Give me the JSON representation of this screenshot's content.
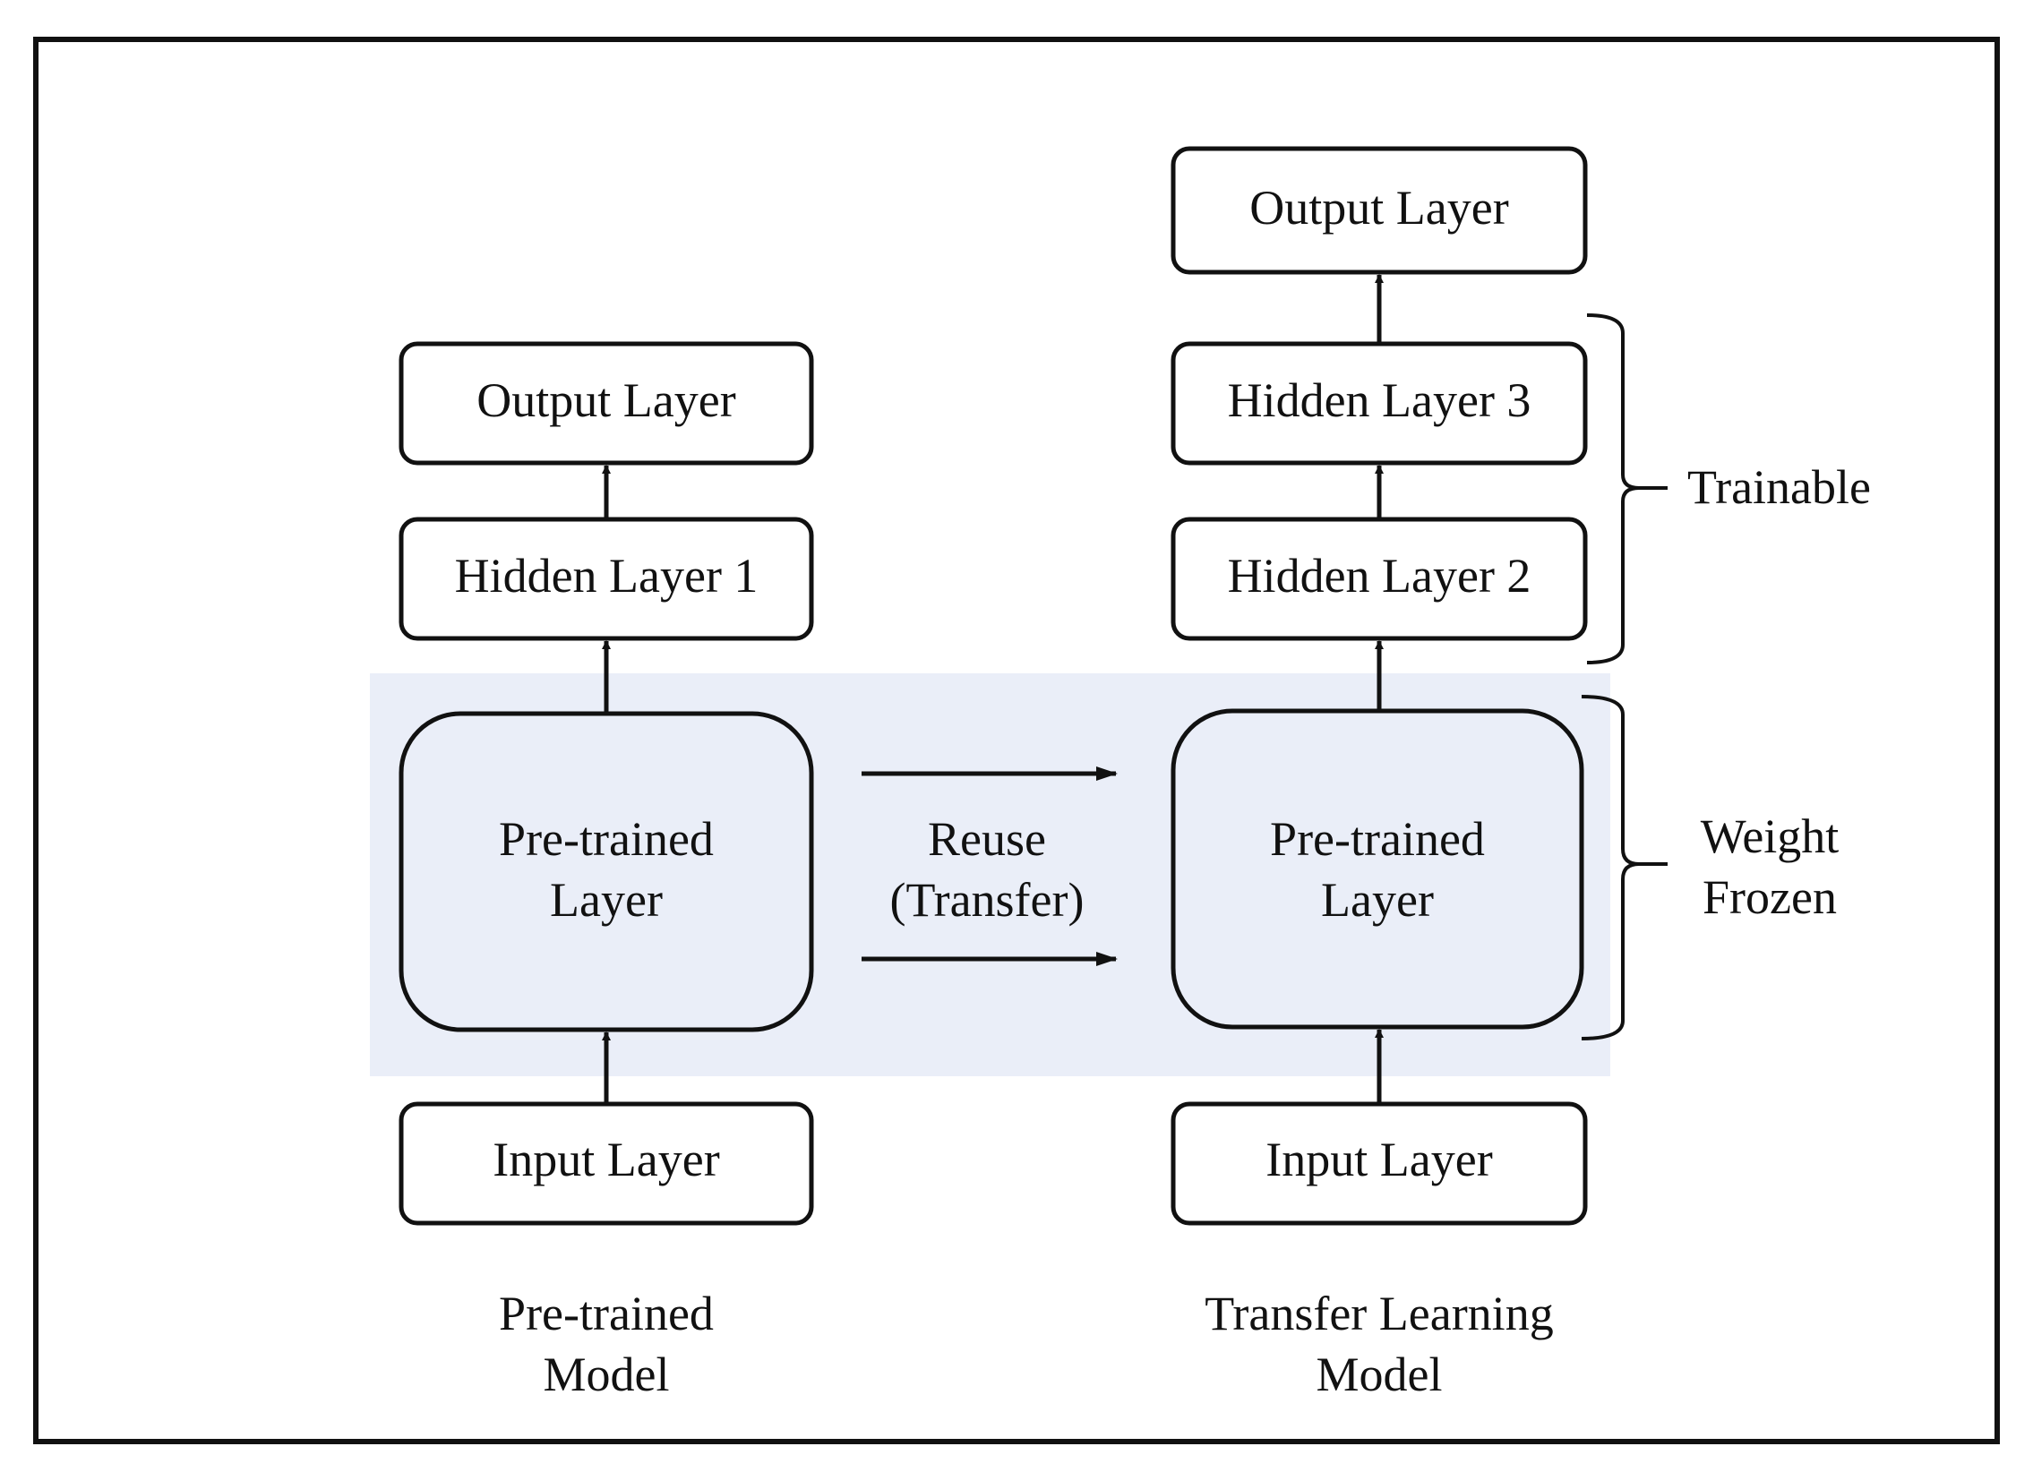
{
  "colors": {
    "stroke": "#111111",
    "frozen_region": "#eaeef8",
    "box_fill": "#ffffff",
    "frozen_box_fill": "#eaeef8"
  },
  "left_model": {
    "output": "Output Layer",
    "hidden1": "Hidden Layer 1",
    "pretrained_line1": "Pre-trained",
    "pretrained_line2": "Layer",
    "input": "Input Layer",
    "caption_line1": "Pre-trained",
    "caption_line2": "Model"
  },
  "right_model": {
    "output": "Output Layer",
    "hidden3": "Hidden Layer 3",
    "hidden2": "Hidden Layer 2",
    "pretrained_line1": "Pre-trained",
    "pretrained_line2": "Layer",
    "input": "Input Layer",
    "caption_line1": "Transfer Learning",
    "caption_line2": "Model"
  },
  "transfer": {
    "line1": "Reuse",
    "line2": "(Transfer)"
  },
  "brackets": {
    "trainable": "Trainable",
    "frozen_line1": "Weight",
    "frozen_line2": "Frozen"
  }
}
